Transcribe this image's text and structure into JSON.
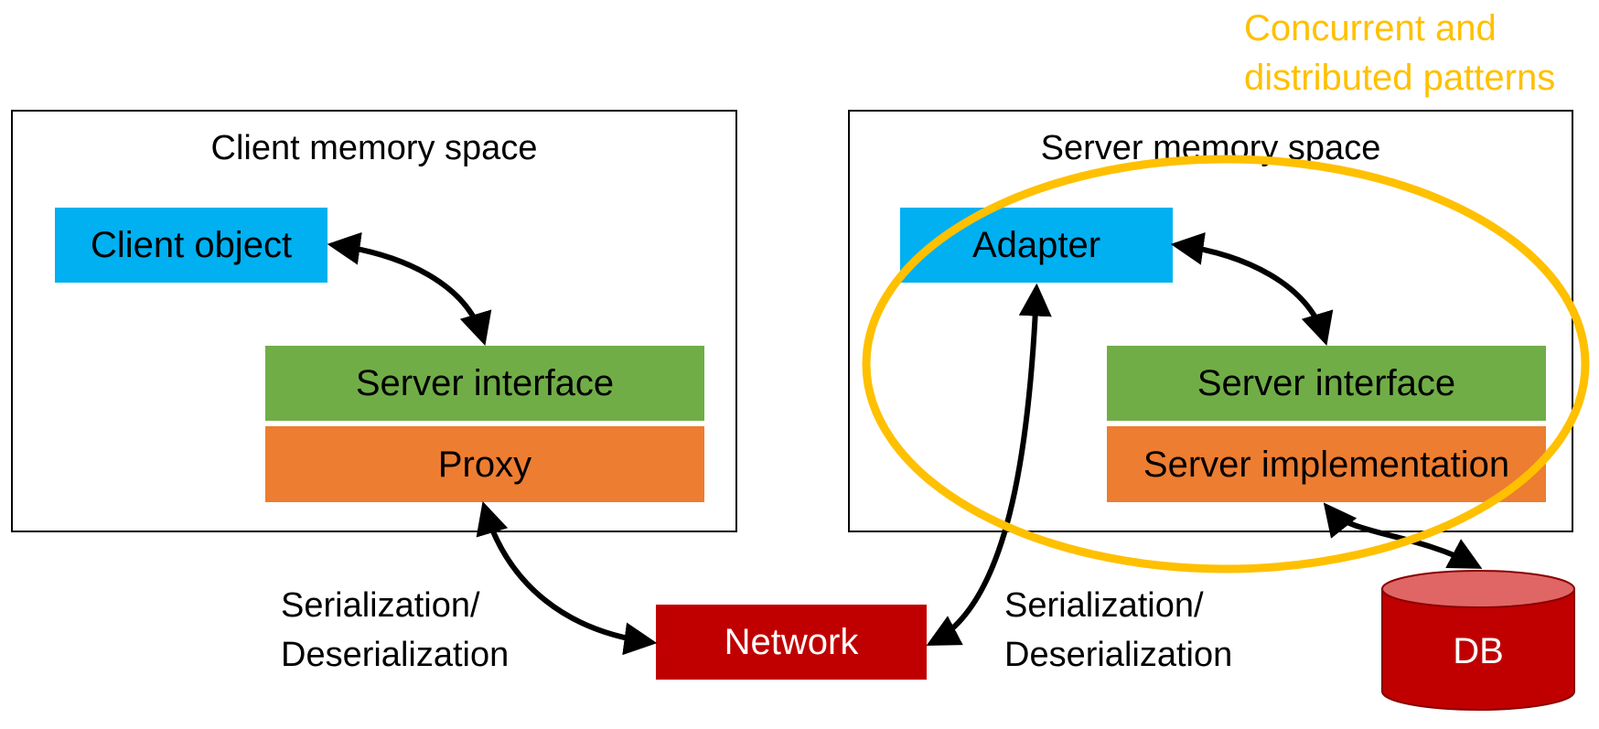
{
  "client": {
    "title": "Client memory space",
    "client_object": "Client object",
    "server_interface": "Server interface",
    "proxy": "Proxy"
  },
  "server": {
    "title": "Server memory space",
    "adapter": "Adapter",
    "server_interface": "Server interface",
    "server_implementation": "Server implementation"
  },
  "network": {
    "label": "Network"
  },
  "database": {
    "label": "DB"
  },
  "serialization_left": {
    "line1": "Serialization/",
    "line2": "Deserialization"
  },
  "serialization_right": {
    "line1": "Serialization/",
    "line2": "Deserialization"
  },
  "patterns": {
    "line1": "Concurrent and",
    "line2": "distributed patterns"
  },
  "colors": {
    "object_blue": "#00b0f0",
    "interface_green": "#70ad47",
    "implementation_orange": "#ed7d31",
    "network_red": "#c00000",
    "highlight_yellow": "#ffc000"
  }
}
